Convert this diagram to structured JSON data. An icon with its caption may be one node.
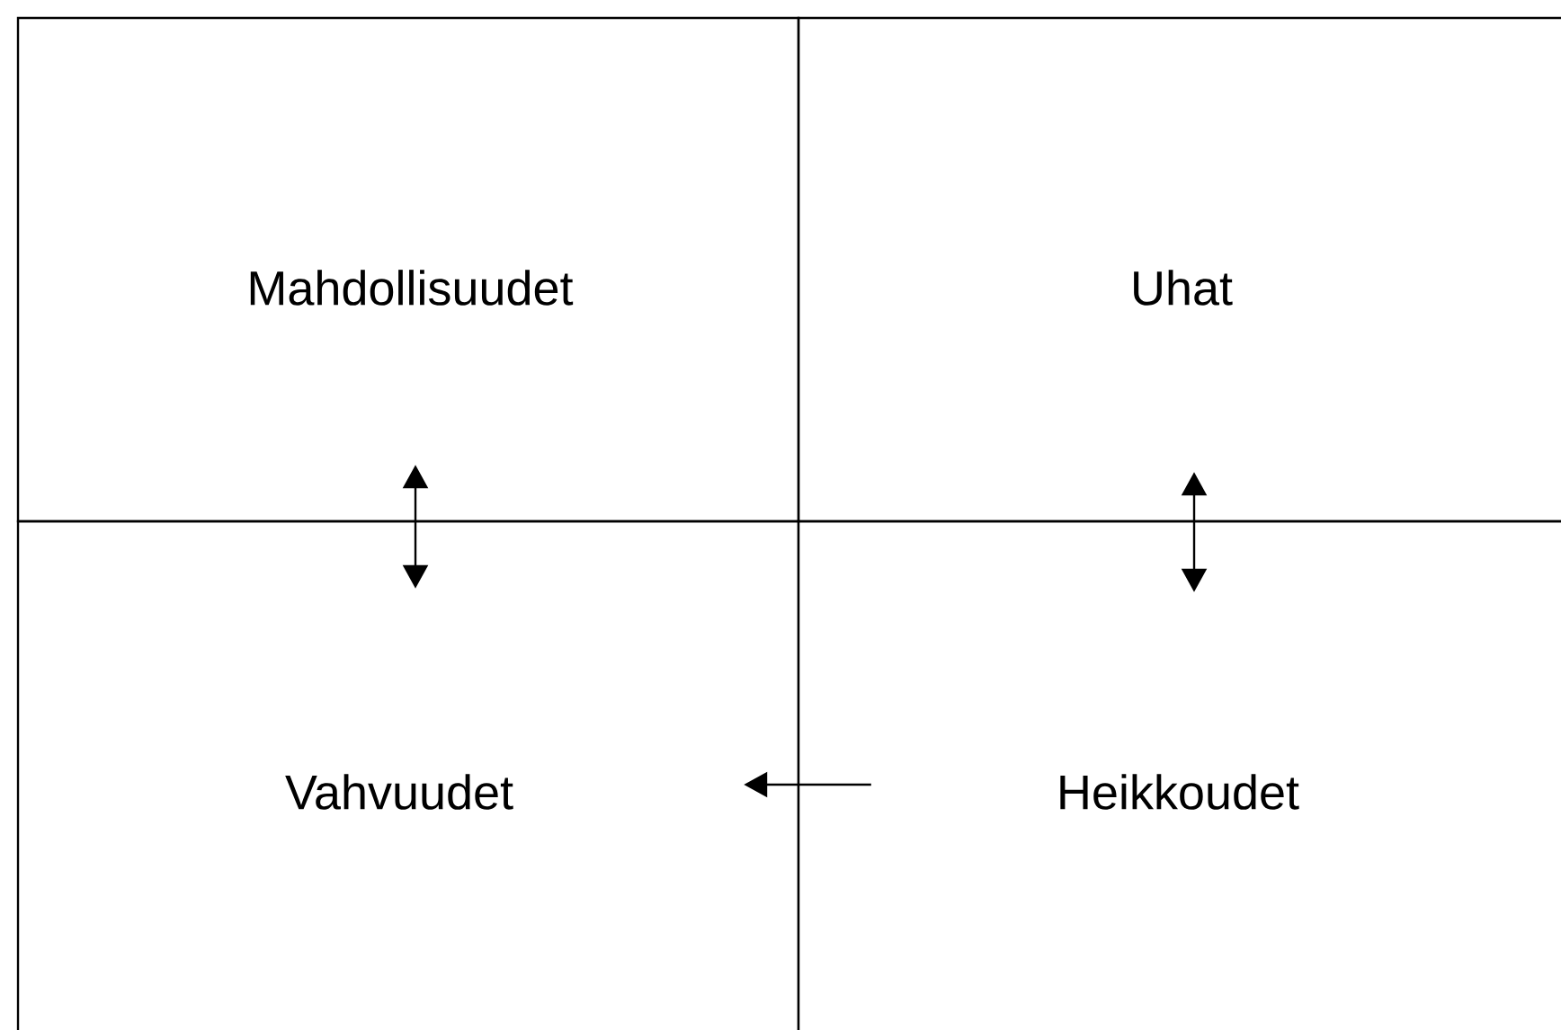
{
  "diagram": {
    "nodes": [
      {
        "text": [
          "Mahdollisuudet"
        ]
      },
      {
        "text": [
          "Uhat"
        ]
      },
      {
        "text": [
          "Vahvuudet"
        ]
      },
      {
        "text": [
          "Heikkoudet"
        ]
      }
    ],
    "edges": [
      {
        "from": 0,
        "to": 2,
        "arrow": "both"
      },
      {
        "from": 1,
        "to": 3,
        "arrow": "both"
      },
      {
        "from": 3,
        "to": 2,
        "arrow": "to"
      }
    ]
  }
}
